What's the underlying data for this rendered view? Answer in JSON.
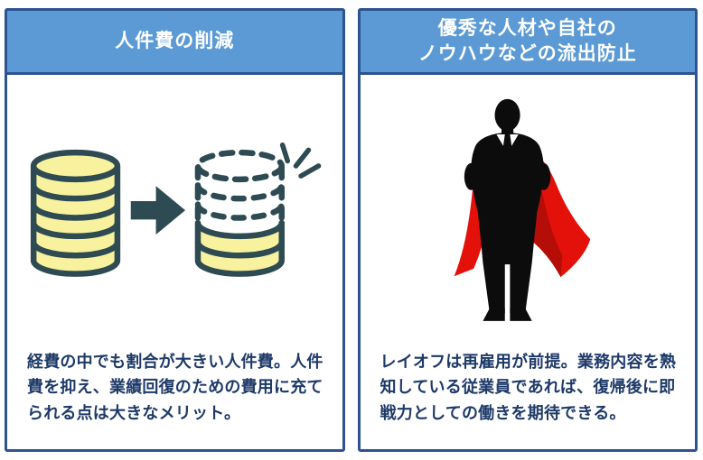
{
  "colors": {
    "background": "#ffffff",
    "header_fill": "#5b9ad5",
    "panel_border": "#2d5391",
    "header_text": "#ffffff",
    "body_text": "#1e3a68",
    "coin_fill": "#f8f19e",
    "line_dark": "#2e4a52",
    "cape_red": "#e31109",
    "cape_red_dark": "#b50d07",
    "figure_black": "#0c0c0c"
  },
  "panels": [
    {
      "title": "人件費の削減",
      "description": "経費の中でも割合が大きい人件費。人件費を抑え、業績回復のための費用に充てられる点は大きなメリット。",
      "icon": "coin-stack-reduction"
    },
    {
      "title": "優秀な人材や自社の\nノウハウなどの流出防止",
      "description": "レイオフは再雇用が前提。業務内容を熟知している従業員であれば、復帰後に即戦力としての働きを期待できる。",
      "icon": "caped-businessman"
    }
  ]
}
